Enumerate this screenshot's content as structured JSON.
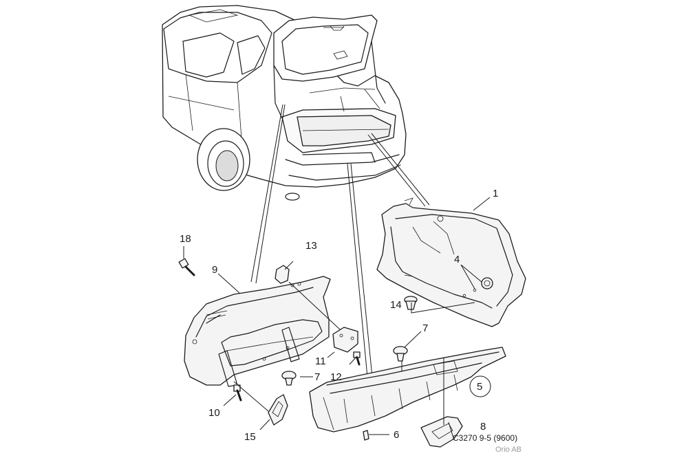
{
  "callouts": [
    {
      "id": "p1",
      "label": "1"
    },
    {
      "id": "p4",
      "label": "4"
    },
    {
      "id": "p5",
      "label": "5"
    },
    {
      "id": "p6",
      "label": "6"
    },
    {
      "id": "p7a",
      "label": "7"
    },
    {
      "id": "p7b",
      "label": "7"
    },
    {
      "id": "p8",
      "label": "8"
    },
    {
      "id": "p9",
      "label": "9"
    },
    {
      "id": "p10",
      "label": "10"
    },
    {
      "id": "p11",
      "label": "11"
    },
    {
      "id": "p12",
      "label": "12"
    },
    {
      "id": "p13",
      "label": "13"
    },
    {
      "id": "p14",
      "label": "14"
    },
    {
      "id": "p15",
      "label": "15"
    },
    {
      "id": "p18",
      "label": "18"
    }
  ],
  "caption": "C3270 9-5 (9600)",
  "credit": "Orio AB"
}
